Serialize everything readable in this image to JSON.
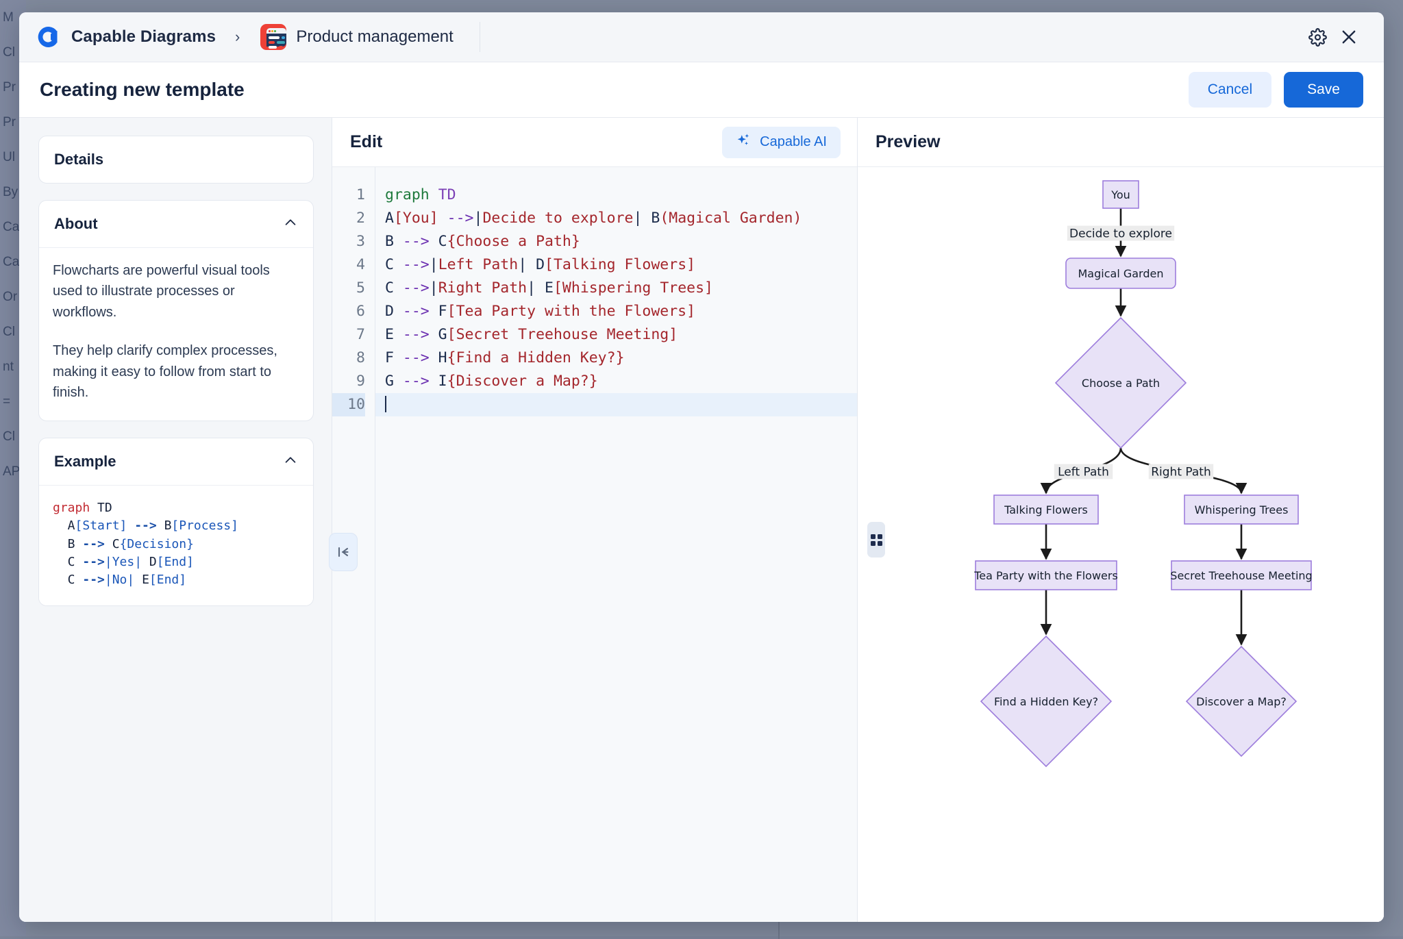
{
  "backdrop": {
    "rows": [
      "M",
      "Cl",
      "Pr",
      "Pr",
      "Ul",
      "By",
      "Ca",
      "Ca",
      "Or",
      "Cl",
      "nt",
      "=",
      "Cl",
      "AP",
      "",
      "",
      "",
      "",
      ""
    ]
  },
  "header": {
    "brand_name": "Capable Diagrams",
    "separator": "›",
    "app_name": "Product management",
    "app_icon": "product-management-icon",
    "settings_icon": "gear-icon",
    "close_icon": "close-icon"
  },
  "titlebar": {
    "title": "Creating new template",
    "cancel_label": "Cancel",
    "save_label": "Save"
  },
  "sidebar": {
    "details": {
      "title": "Details"
    },
    "about": {
      "title": "About",
      "collapse_icon": "chevron-up-icon",
      "paragraphs": [
        "Flowcharts are powerful visual tools used to illustrate processes or workflows.",
        "They help clarify complex processes, making it easy to follow from start to finish."
      ]
    },
    "example": {
      "title": "Example",
      "collapse_icon": "chevron-up-icon",
      "code_lines": [
        [
          {
            "t": "graph",
            "c": "k-graph"
          },
          {
            "t": " TD",
            "c": "k-dir"
          }
        ],
        [
          {
            "t": "  A",
            "c": "k-id"
          },
          {
            "t": "[Start]",
            "c": "k-lbl"
          },
          {
            "t": " ",
            "c": "k-id"
          },
          {
            "t": "-->",
            "c": "k-arr"
          },
          {
            "t": " B",
            "c": "k-id"
          },
          {
            "t": "[Process]",
            "c": "k-lbl"
          }
        ],
        [
          {
            "t": "  B ",
            "c": "k-id"
          },
          {
            "t": "-->",
            "c": "k-arr"
          },
          {
            "t": " C",
            "c": "k-id"
          },
          {
            "t": "{Decision}",
            "c": "k-lbl"
          }
        ],
        [
          {
            "t": "  C ",
            "c": "k-id"
          },
          {
            "t": "-->",
            "c": "k-arr"
          },
          {
            "t": "|Yes|",
            "c": "k-lbl"
          },
          {
            "t": " D",
            "c": "k-id"
          },
          {
            "t": "[End]",
            "c": "k-lbl"
          }
        ],
        [
          {
            "t": "  C ",
            "c": "k-id"
          },
          {
            "t": "-->",
            "c": "k-arr"
          },
          {
            "t": "|No|",
            "c": "k-lbl"
          },
          {
            "t": " E",
            "c": "k-id"
          },
          {
            "t": "[End]",
            "c": "k-lbl"
          }
        ]
      ]
    },
    "collapse_button_icon": "collapse-left-icon"
  },
  "editor": {
    "title": "Edit",
    "ai_button_label": "Capable AI",
    "ai_button_icon": "sparkles-icon",
    "line_numbers": [
      "1",
      "2",
      "3",
      "4",
      "5",
      "6",
      "7",
      "8",
      "9",
      "10"
    ],
    "active_line": 10,
    "lines": [
      [
        {
          "t": "graph",
          "c": "e-graph"
        },
        {
          "t": " ",
          "c": "e-id"
        },
        {
          "t": "TD",
          "c": "e-dir"
        }
      ],
      [
        {
          "t": "A",
          "c": "e-id"
        },
        {
          "t": "[You]",
          "c": "e-lbl"
        },
        {
          "t": " ",
          "c": "e-id"
        },
        {
          "t": "-->",
          "c": "e-arr"
        },
        {
          "t": "|",
          "c": "e-pipe"
        },
        {
          "t": "Decide to explore",
          "c": "e-lbl"
        },
        {
          "t": "|",
          "c": "e-pipe"
        },
        {
          "t": " B",
          "c": "e-id"
        },
        {
          "t": "(Magical Garden)",
          "c": "e-lbl"
        }
      ],
      [
        {
          "t": "B ",
          "c": "e-id"
        },
        {
          "t": "-->",
          "c": "e-arr"
        },
        {
          "t": " C",
          "c": "e-id"
        },
        {
          "t": "{Choose a Path}",
          "c": "e-lbl"
        }
      ],
      [
        {
          "t": "C ",
          "c": "e-id"
        },
        {
          "t": "-->",
          "c": "e-arr"
        },
        {
          "t": "|",
          "c": "e-pipe"
        },
        {
          "t": "Left Path",
          "c": "e-lbl"
        },
        {
          "t": "|",
          "c": "e-pipe"
        },
        {
          "t": " D",
          "c": "e-id"
        },
        {
          "t": "[Talking Flowers]",
          "c": "e-lbl"
        }
      ],
      [
        {
          "t": "C ",
          "c": "e-id"
        },
        {
          "t": "-->",
          "c": "e-arr"
        },
        {
          "t": "|",
          "c": "e-pipe"
        },
        {
          "t": "Right Path",
          "c": "e-lbl"
        },
        {
          "t": "|",
          "c": "e-pipe"
        },
        {
          "t": " E",
          "c": "e-id"
        },
        {
          "t": "[Whispering Trees]",
          "c": "e-lbl"
        }
      ],
      [
        {
          "t": "D ",
          "c": "e-id"
        },
        {
          "t": "-->",
          "c": "e-arr"
        },
        {
          "t": " F",
          "c": "e-id"
        },
        {
          "t": "[Tea Party with the Flowers]",
          "c": "e-lbl"
        }
      ],
      [
        {
          "t": "E ",
          "c": "e-id"
        },
        {
          "t": "-->",
          "c": "e-arr"
        },
        {
          "t": " G",
          "c": "e-id"
        },
        {
          "t": "[Secret Treehouse Meeting]",
          "c": "e-lbl"
        }
      ],
      [
        {
          "t": "F ",
          "c": "e-id"
        },
        {
          "t": "-->",
          "c": "e-arr"
        },
        {
          "t": " H",
          "c": "e-id"
        },
        {
          "t": "{Find a Hidden Key?}",
          "c": "e-lbl"
        }
      ],
      [
        {
          "t": "G ",
          "c": "e-id"
        },
        {
          "t": "-->",
          "c": "e-arr"
        },
        {
          "t": " I",
          "c": "e-id"
        },
        {
          "t": "{Discover a Map?}",
          "c": "e-lbl"
        }
      ],
      []
    ],
    "drag_handle_icon": "grid-drag-handle-icon"
  },
  "preview": {
    "title": "Preview"
  },
  "chart_data": {
    "type": "diagram",
    "diagram_kind": "flowchart",
    "direction": "TD",
    "node_fill": "#e8e2f7",
    "node_stroke": "#9d7ddc",
    "edge_color": "#1b1b1b",
    "edge_label_bg": "#ececec",
    "nodes": [
      {
        "id": "A",
        "label": "You",
        "shape": "rect"
      },
      {
        "id": "B",
        "label": "Magical Garden",
        "shape": "rounded"
      },
      {
        "id": "C",
        "label": "Choose a Path",
        "shape": "diamond"
      },
      {
        "id": "D",
        "label": "Talking Flowers",
        "shape": "rect"
      },
      {
        "id": "E",
        "label": "Whispering Trees",
        "shape": "rect"
      },
      {
        "id": "F",
        "label": "Tea Party with the Flowers",
        "shape": "rect"
      },
      {
        "id": "G",
        "label": "Secret Treehouse Meeting",
        "shape": "rect"
      },
      {
        "id": "H",
        "label": "Find a Hidden Key?",
        "shape": "diamond"
      },
      {
        "id": "I",
        "label": "Discover a Map?",
        "shape": "diamond"
      }
    ],
    "edges": [
      {
        "from": "A",
        "to": "B",
        "label": "Decide to explore"
      },
      {
        "from": "B",
        "to": "C",
        "label": ""
      },
      {
        "from": "C",
        "to": "D",
        "label": "Left Path"
      },
      {
        "from": "C",
        "to": "E",
        "label": "Right Path"
      },
      {
        "from": "D",
        "to": "F",
        "label": ""
      },
      {
        "from": "E",
        "to": "G",
        "label": ""
      },
      {
        "from": "F",
        "to": "H",
        "label": ""
      },
      {
        "from": "G",
        "to": "I",
        "label": ""
      }
    ]
  }
}
